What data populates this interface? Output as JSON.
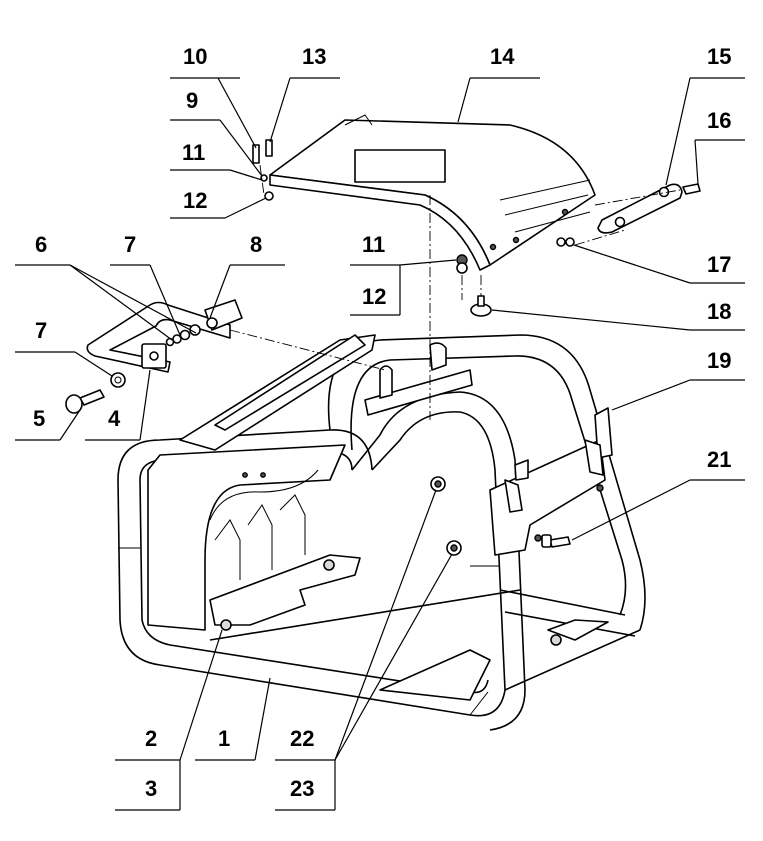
{
  "callouts": {
    "c1": "1",
    "c2": "2",
    "c3": "3",
    "c4": "4",
    "c5": "5",
    "c6": "6",
    "c7a": "7",
    "c7b": "7",
    "c8": "8",
    "c9": "9",
    "c10": "10",
    "c11a": "11",
    "c11b": "11",
    "c12a": "12",
    "c12b": "12",
    "c13": "13",
    "c14": "14",
    "c15": "15",
    "c16": "16",
    "c17": "17",
    "c18": "18",
    "c19": "19",
    "c21": "21",
    "c22": "22",
    "c23": "23"
  }
}
